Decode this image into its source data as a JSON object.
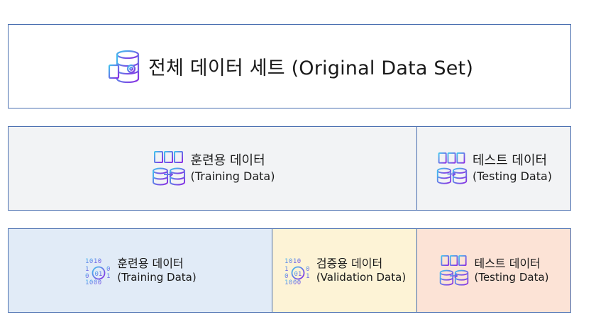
{
  "colors": {
    "border": "#4a6fb0",
    "gray_fill": "#f2f3f5",
    "blue_fill": "#e1ebf7",
    "yellow_fill": "#fdf3d6",
    "peach_fill": "#fce3d6",
    "icon_gradient_start": "#41c3ee",
    "icon_gradient_end": "#8a2be2"
  },
  "full_set": {
    "icon": "database-gear-icon",
    "label": "전체 데이터 세트 (Original Data Set)"
  },
  "split_two": {
    "training": {
      "icon": "server-database-icon",
      "ko": "훈련용 데이터",
      "en": "(Training Data)"
    },
    "testing": {
      "icon": "server-database-icon",
      "ko": "테스트 데이터",
      "en": "(Testing Data)"
    }
  },
  "split_three": {
    "training": {
      "icon": "binary-data-icon",
      "ko": "훈련용 데이터",
      "en": "(Training Data)"
    },
    "validation": {
      "icon": "binary-data-icon",
      "ko": "검증용 데이터",
      "en": "(Validation Data)"
    },
    "testing": {
      "icon": "server-database-icon",
      "ko": "테스트 데이터",
      "en": "(Testing Data)"
    }
  }
}
